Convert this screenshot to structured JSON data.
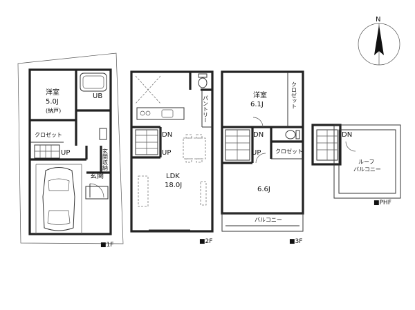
{
  "floors": [
    {
      "label": "■1F",
      "rooms": [
        {
          "name": "洋室",
          "size": "5.0J",
          "note": "(納戸)"
        },
        {
          "name": "UB"
        },
        {
          "name": "クロゼット"
        },
        {
          "name": "UP"
        },
        {
          "name": "玄関収納"
        },
        {
          "name": "玄関"
        }
      ]
    },
    {
      "label": "■2F",
      "rooms": [
        {
          "name": "パントリー"
        },
        {
          "name": "DN"
        },
        {
          "name": "UP"
        },
        {
          "name": "LDK",
          "size": "18.0J"
        }
      ]
    },
    {
      "label": "■3F",
      "rooms": [
        {
          "name": "洋室",
          "size": "6.1J"
        },
        {
          "name": "クロゼット"
        },
        {
          "name": "DN"
        },
        {
          "name": "UP"
        },
        {
          "name": "クロゼット"
        },
        {
          "name": "6.6J"
        },
        {
          "name": "バルコニー"
        }
      ]
    },
    {
      "label": "■PHF",
      "rooms": [
        {
          "name": "DN"
        },
        {
          "name": "ルーフ"
        },
        {
          "name": "バルコニー"
        }
      ]
    }
  ],
  "compass": {
    "label": "N"
  }
}
